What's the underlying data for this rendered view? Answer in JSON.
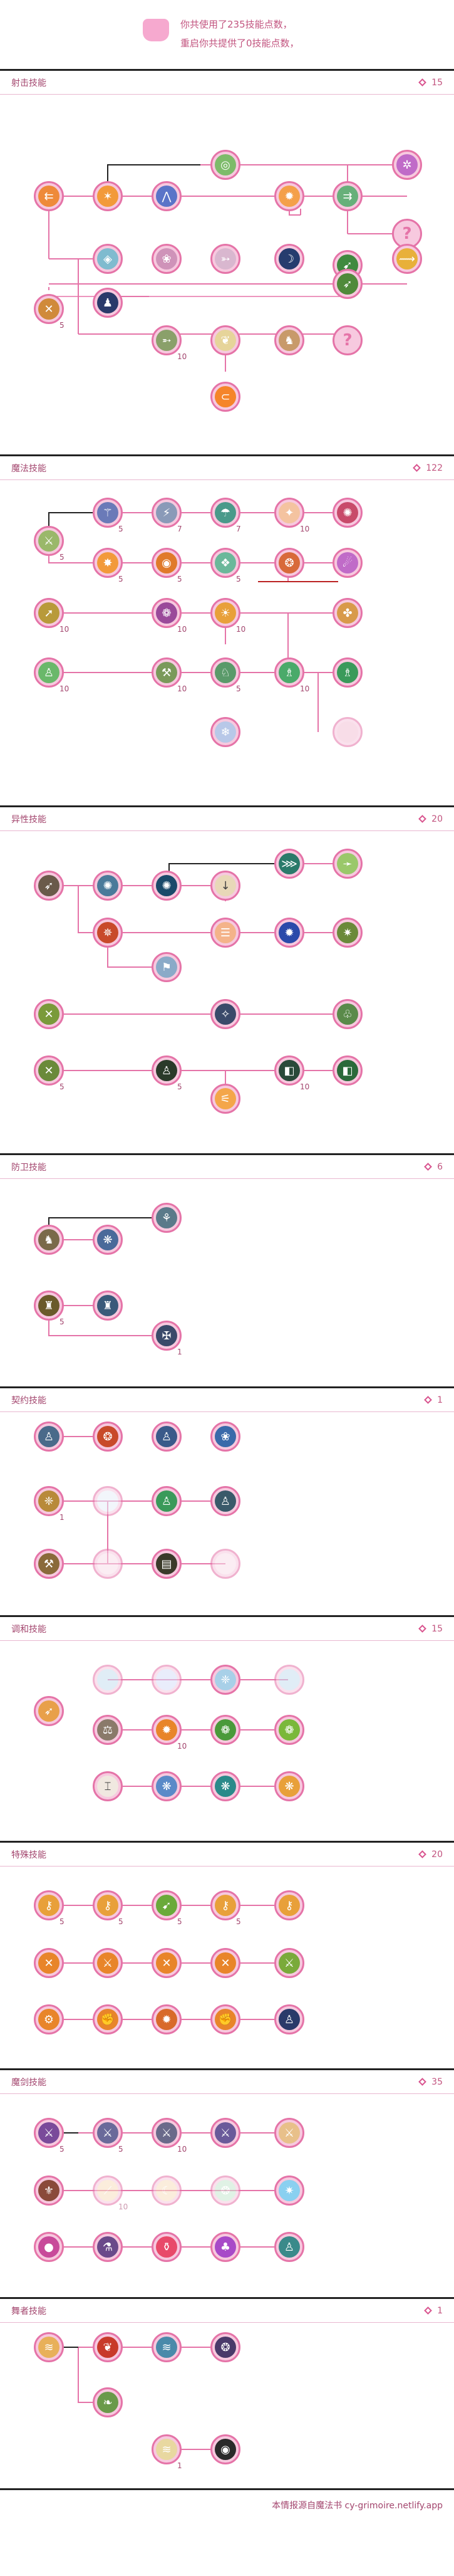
{
  "header": {
    "line1": "你共使用了235技能点数，",
    "line2": "重启你共提供了0技能点数，"
  },
  "sections": [
    {
      "key": "s1",
      "title": "射击技能",
      "points": "15"
    },
    {
      "key": "s2",
      "title": "魔法技能",
      "points": "122"
    },
    {
      "key": "s3",
      "title": "异性技能",
      "points": "20"
    },
    {
      "key": "s4",
      "title": "防卫技能",
      "points": "6"
    },
    {
      "key": "s5",
      "title": "契约技能",
      "points": "1"
    },
    {
      "key": "s6",
      "title": "调和技能",
      "points": "15"
    },
    {
      "key": "s7",
      "title": "特殊技能",
      "points": "20"
    },
    {
      "key": "s8",
      "title": "魔剑技能",
      "points": "35"
    },
    {
      "key": "s9",
      "title": "舞者技能",
      "points": "1"
    }
  ],
  "counts": {
    "s1_a": "5",
    "s1_b": "10",
    "s2_a": "5",
    "s2_b": "5",
    "s2_c": "7",
    "s2_d": "10",
    "s2_e": "5",
    "s2_f": "5",
    "s2_g": "10",
    "s2_h": "10",
    "s2_i": "10",
    "s2_j": "10",
    "s2_k": "10",
    "s2_l": "5",
    "s2_m": "10",
    "s3_a": "5",
    "s3_b": "5",
    "s3_c": "10",
    "s4_a": "5",
    "s4_b": "1",
    "s5_a": "1",
    "s6_a": "10",
    "s7_a": "5",
    "s7_b": "5",
    "s7_c": "5",
    "s7_d": "5",
    "s8_a": "5",
    "s8_b": "5",
    "s8_c": "10",
    "s8_d": "10",
    "s9_a": "1"
  },
  "footer": {
    "text": "本情报源自魔法书 cy-grimoire.netlify.app"
  }
}
